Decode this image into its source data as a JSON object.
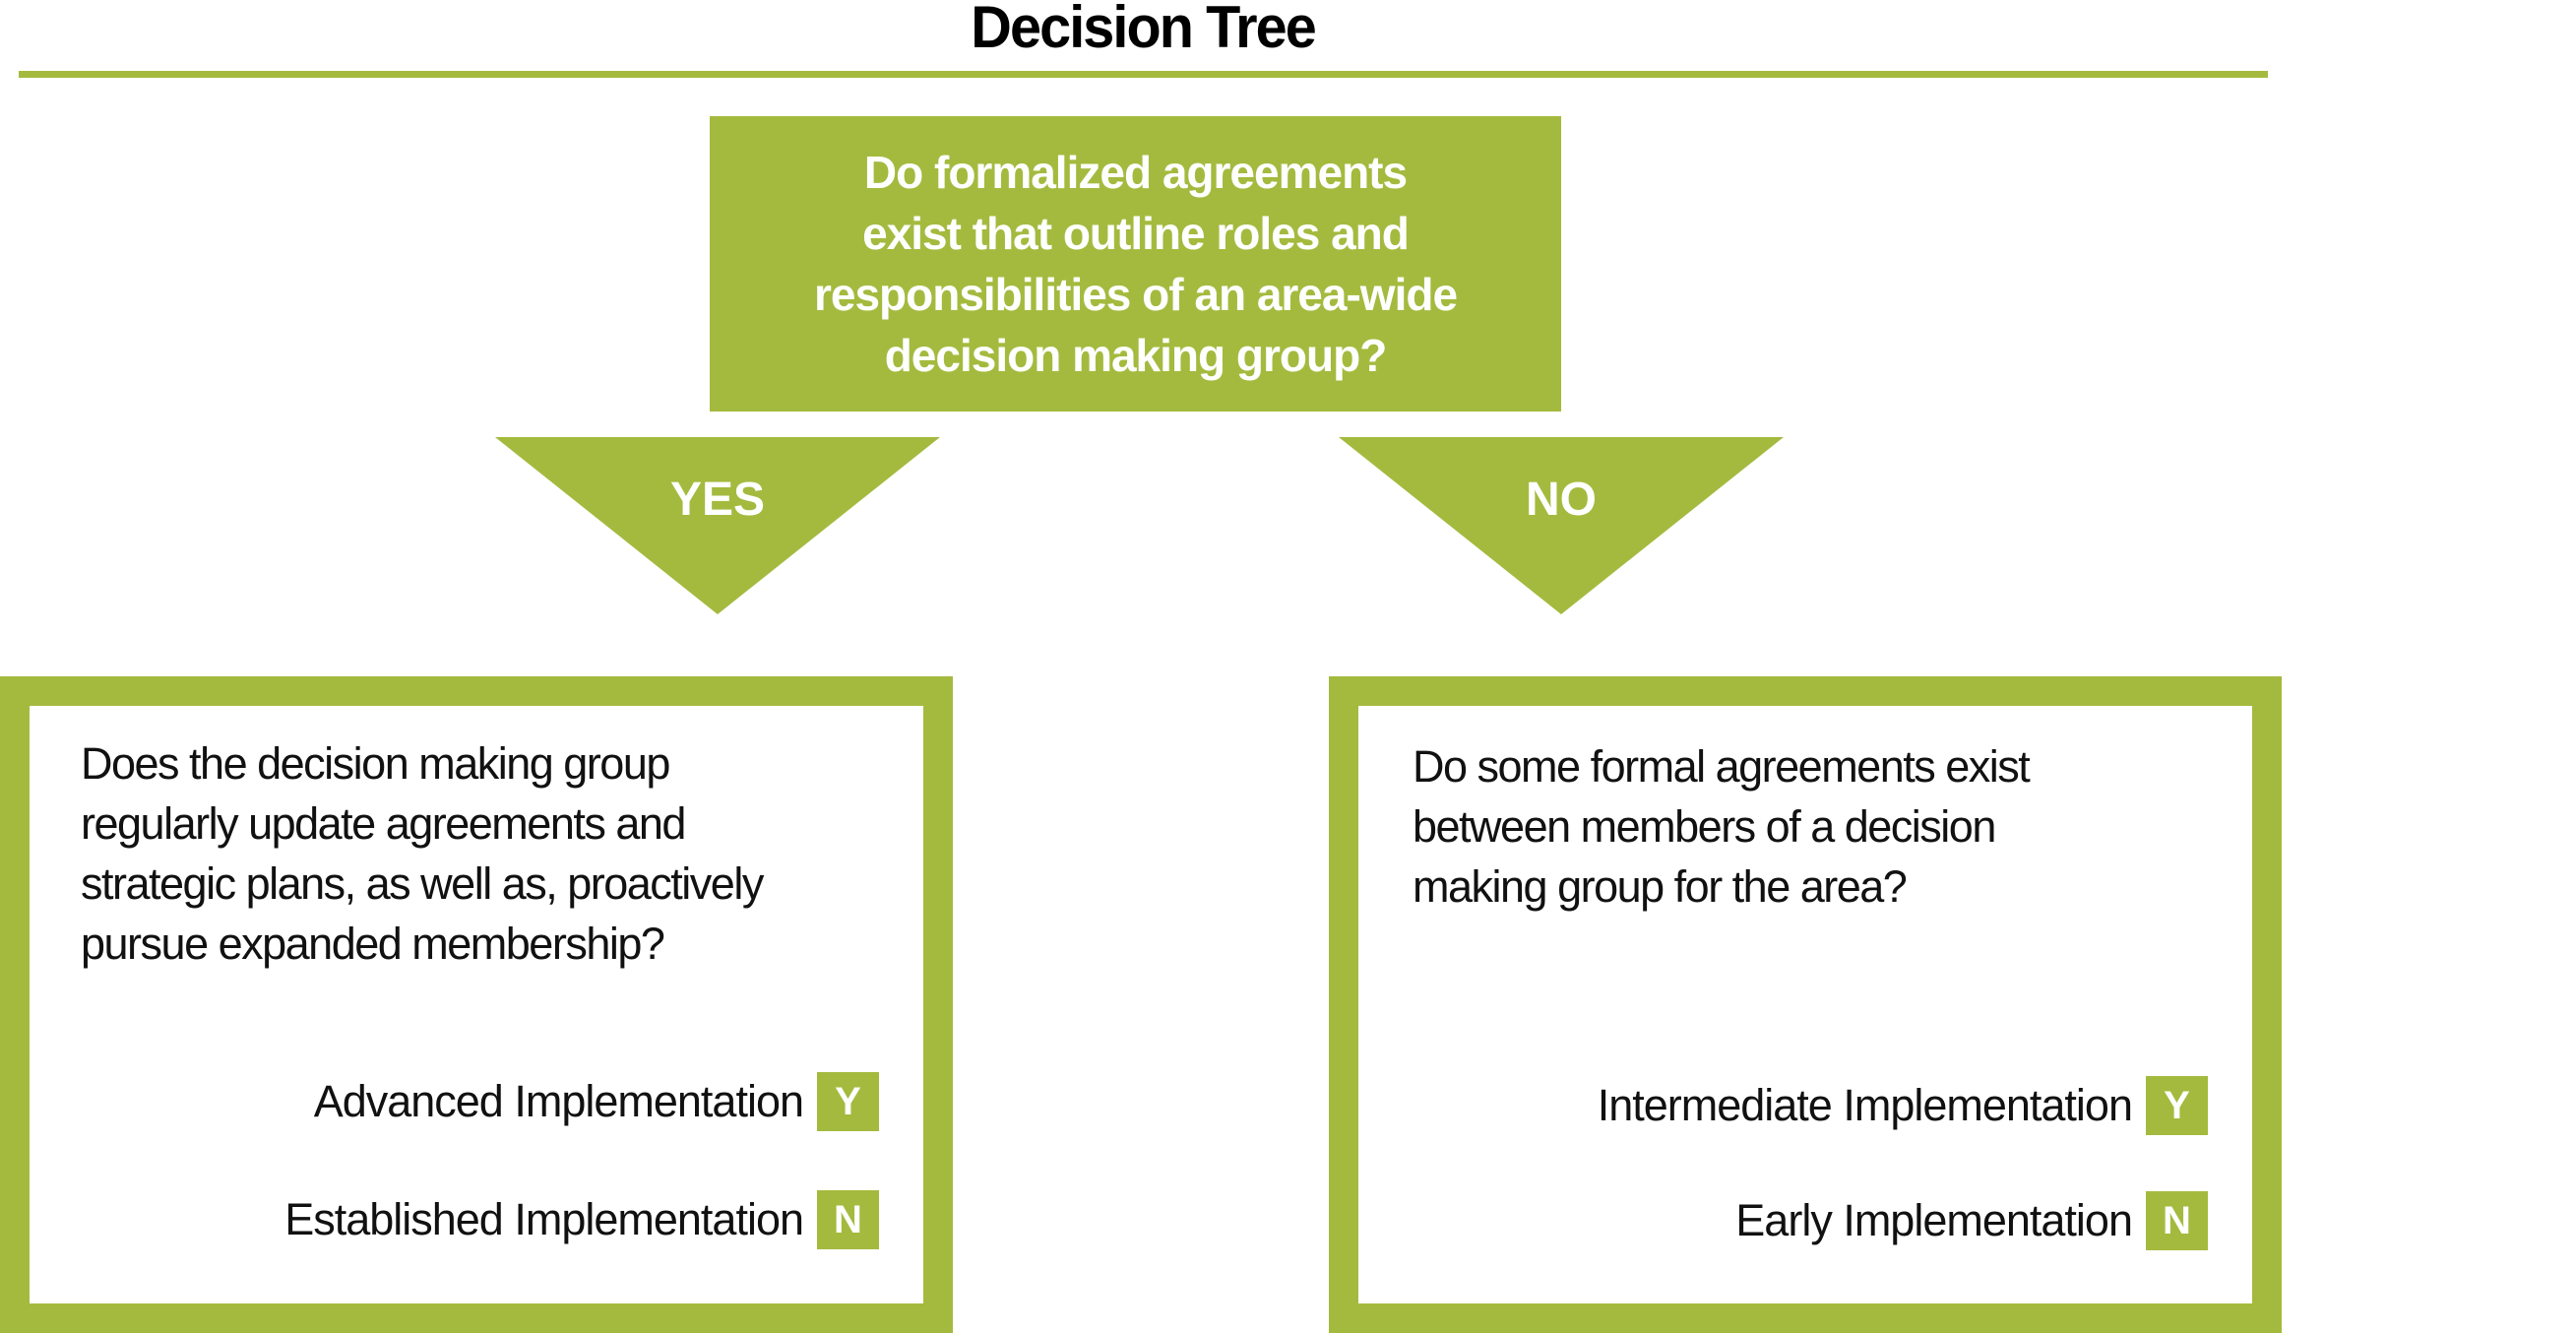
{
  "title": "Decision Tree",
  "colors": {
    "accent_green": "#a4ba3e",
    "text": "#111111",
    "box_text_white": "#ffffff"
  },
  "root": {
    "question_lines": [
      "Do formalized agreements",
      "exist that outline roles and",
      "responsibilities of an area-wide",
      "decision making group?"
    ]
  },
  "branches": [
    {
      "arrow_label": "YES",
      "question_lines": [
        "Does the decision making group",
        "regularly update agreements and",
        "strategic plans, as well as, proactively",
        "pursue expanded membership?"
      ],
      "outcomes": [
        {
          "label": "Advanced Implementation",
          "badge": "Y"
        },
        {
          "label": "Established Implementation",
          "badge": "N"
        }
      ]
    },
    {
      "arrow_label": "NO",
      "question_lines": [
        "Do some formal agreements exist",
        "between members of a decision",
        "making group for the area?"
      ],
      "outcomes": [
        {
          "label": "Intermediate Implementation",
          "badge": "Y"
        },
        {
          "label": "Early Implementation",
          "badge": "N"
        }
      ]
    }
  ]
}
